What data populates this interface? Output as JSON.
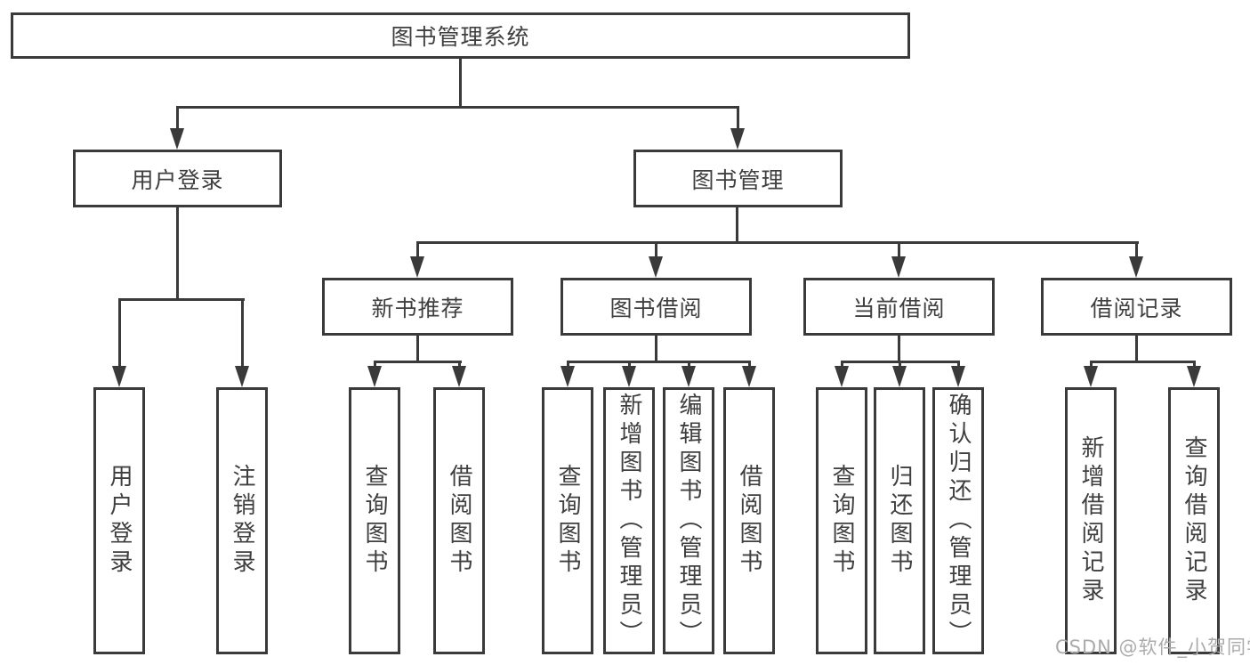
{
  "diagram": {
    "root": {
      "label": "图书管理系统"
    },
    "level2": [
      {
        "label": "用户登录",
        "children": [
          {
            "label": "用户登录"
          },
          {
            "label": "注销登录"
          }
        ]
      },
      {
        "label": "图书管理",
        "children": [
          {
            "label": "新书推荐",
            "children": [
              {
                "label": "查询图书"
              },
              {
                "label": "借阅图书"
              }
            ]
          },
          {
            "label": "图书借阅",
            "children": [
              {
                "label": "查询图书"
              },
              {
                "label": "新增图书（管理员）"
              },
              {
                "label": "编辑图书（管理员）"
              },
              {
                "label": "借阅图书"
              }
            ]
          },
          {
            "label": "当前借阅",
            "children": [
              {
                "label": "查询图书"
              },
              {
                "label": "归还图书"
              },
              {
                "label": "确认归还（管理员）"
              }
            ]
          },
          {
            "label": "借阅记录",
            "children": [
              {
                "label": "新增借阅记录"
              },
              {
                "label": "查询借阅记录"
              }
            ]
          }
        ]
      }
    ],
    "watermark": "CSDN @软件_小贺同学",
    "colors": {
      "line": "#3a3a3a",
      "text": "#3f3f3f",
      "background": "#ffffff",
      "watermark": "#ababab"
    }
  }
}
